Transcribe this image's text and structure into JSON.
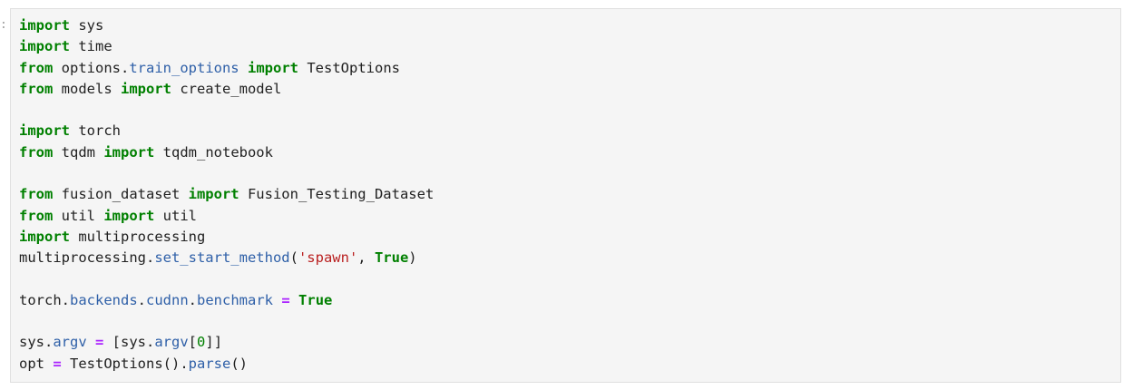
{
  "prompt": ":",
  "cell": {
    "lines": [
      [
        {
          "t": "kw",
          "v": "import"
        },
        {
          "t": "plain",
          "v": " sys"
        }
      ],
      [
        {
          "t": "kw",
          "v": "import"
        },
        {
          "t": "plain",
          "v": " time"
        }
      ],
      [
        {
          "t": "kw",
          "v": "from"
        },
        {
          "t": "plain",
          "v": " options."
        },
        {
          "t": "attr",
          "v": "train_options"
        },
        {
          "t": "plain",
          "v": " "
        },
        {
          "t": "kw",
          "v": "import"
        },
        {
          "t": "plain",
          "v": " TestOptions"
        }
      ],
      [
        {
          "t": "kw",
          "v": "from"
        },
        {
          "t": "plain",
          "v": " models "
        },
        {
          "t": "kw",
          "v": "import"
        },
        {
          "t": "plain",
          "v": " create_model"
        }
      ],
      [],
      [
        {
          "t": "kw",
          "v": "import"
        },
        {
          "t": "plain",
          "v": " torch"
        }
      ],
      [
        {
          "t": "kw",
          "v": "from"
        },
        {
          "t": "plain",
          "v": " tqdm "
        },
        {
          "t": "kw",
          "v": "import"
        },
        {
          "t": "plain",
          "v": " tqdm_notebook"
        }
      ],
      [],
      [
        {
          "t": "kw",
          "v": "from"
        },
        {
          "t": "plain",
          "v": " fusion_dataset "
        },
        {
          "t": "kw",
          "v": "import"
        },
        {
          "t": "plain",
          "v": " Fusion_Testing_Dataset"
        }
      ],
      [
        {
          "t": "kw",
          "v": "from"
        },
        {
          "t": "plain",
          "v": " util "
        },
        {
          "t": "kw",
          "v": "import"
        },
        {
          "t": "plain",
          "v": " util"
        }
      ],
      [
        {
          "t": "kw",
          "v": "import"
        },
        {
          "t": "plain",
          "v": " multiprocessing"
        }
      ],
      [
        {
          "t": "plain",
          "v": "multiprocessing."
        },
        {
          "t": "attr",
          "v": "set_start_method"
        },
        {
          "t": "plain",
          "v": "("
        },
        {
          "t": "str",
          "v": "'spawn'"
        },
        {
          "t": "plain",
          "v": ", "
        },
        {
          "t": "kw",
          "v": "True"
        },
        {
          "t": "plain",
          "v": ")"
        }
      ],
      [],
      [
        {
          "t": "plain",
          "v": "torch."
        },
        {
          "t": "attr",
          "v": "backends"
        },
        {
          "t": "plain",
          "v": "."
        },
        {
          "t": "attr",
          "v": "cudnn"
        },
        {
          "t": "plain",
          "v": "."
        },
        {
          "t": "attr",
          "v": "benchmark"
        },
        {
          "t": "plain",
          "v": " "
        },
        {
          "t": "op",
          "v": "="
        },
        {
          "t": "plain",
          "v": " "
        },
        {
          "t": "kw",
          "v": "True"
        }
      ],
      [],
      [
        {
          "t": "plain",
          "v": "sys."
        },
        {
          "t": "attr",
          "v": "argv"
        },
        {
          "t": "plain",
          "v": " "
        },
        {
          "t": "op",
          "v": "="
        },
        {
          "t": "plain",
          "v": " [sys."
        },
        {
          "t": "attr",
          "v": "argv"
        },
        {
          "t": "plain",
          "v": "["
        },
        {
          "t": "num",
          "v": "0"
        },
        {
          "t": "plain",
          "v": "]]"
        }
      ],
      [
        {
          "t": "plain",
          "v": "opt "
        },
        {
          "t": "op",
          "v": "="
        },
        {
          "t": "plain",
          "v": " TestOptions()."
        },
        {
          "t": "attr",
          "v": "parse"
        },
        {
          "t": "plain",
          "v": "()"
        }
      ]
    ]
  }
}
